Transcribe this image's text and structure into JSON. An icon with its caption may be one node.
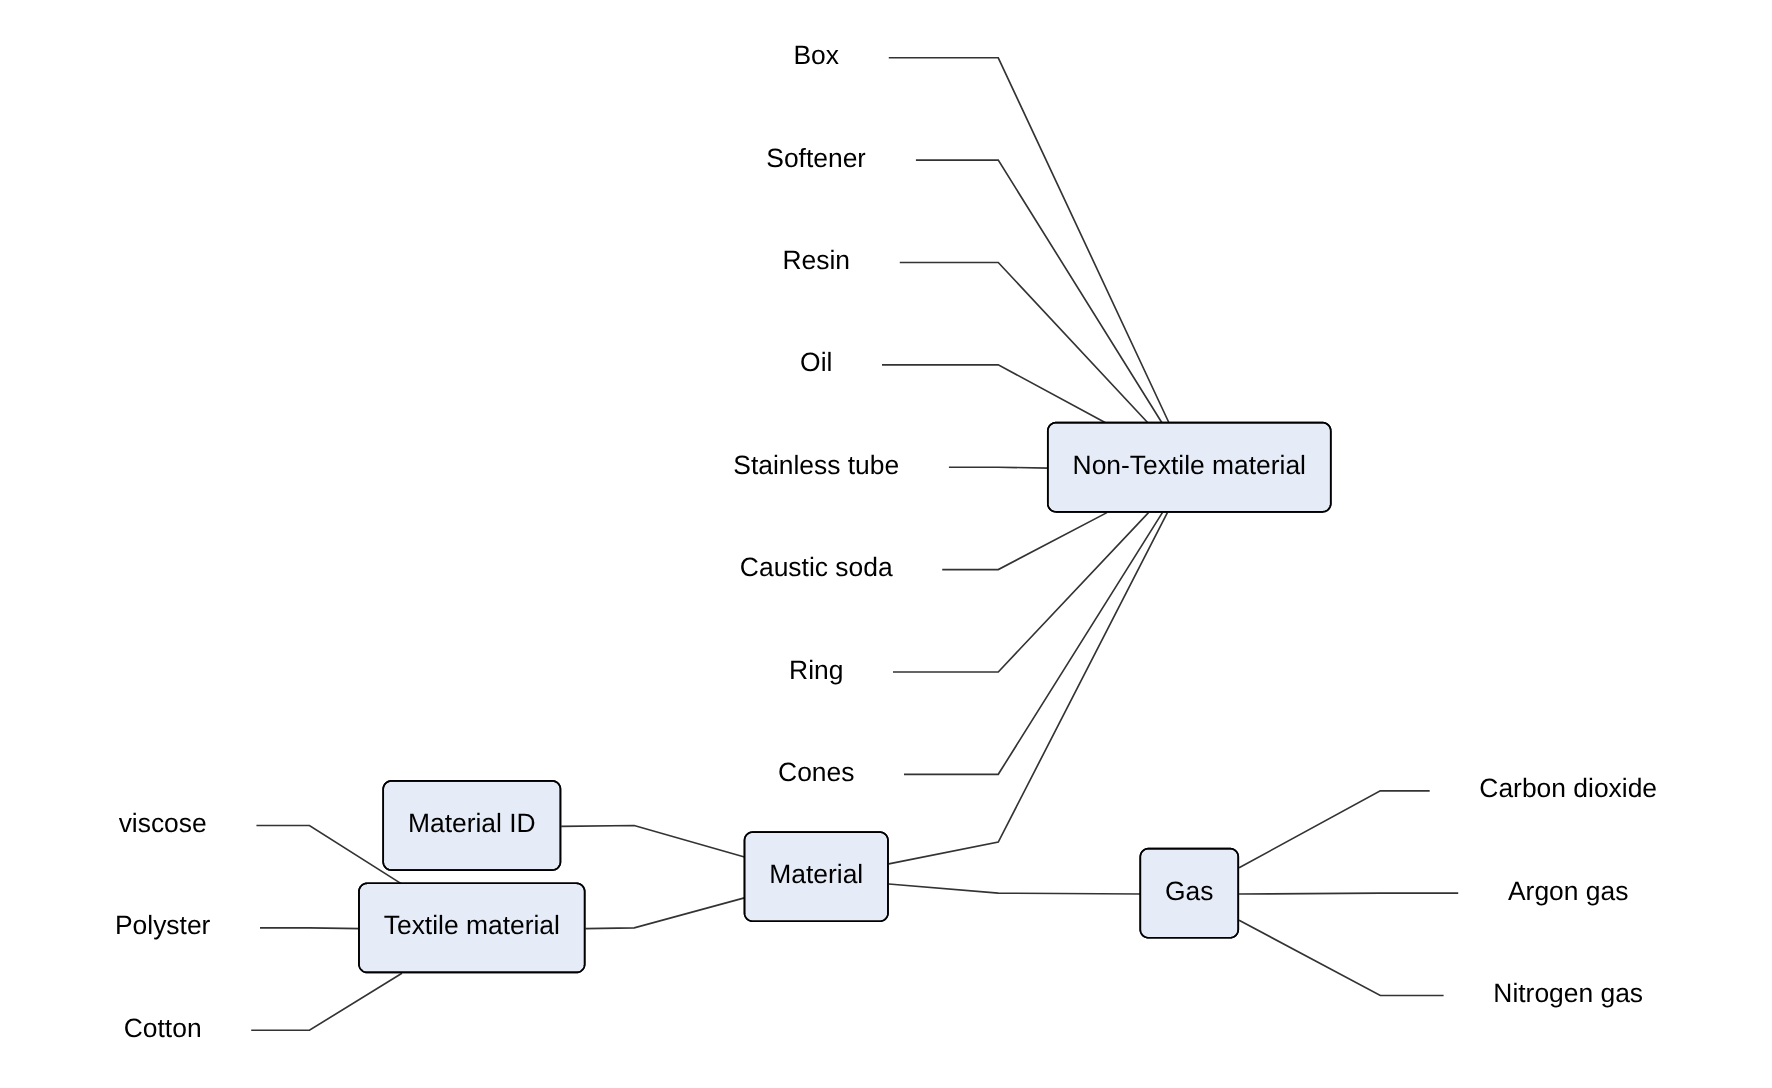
{
  "diagram": {
    "nodes": [
      {
        "text": [
          "Textile material"
        ]
      },
      {
        "text": [
          "Material ID"
        ]
      },
      {
        "text": [
          "Material"
        ]
      },
      {
        "text": [
          "Non-Textile material"
        ]
      },
      {
        "text": [
          "Gas"
        ]
      },
      {
        "text": [
          "Cotton"
        ]
      },
      {
        "text": [
          "Polyster"
        ]
      },
      {
        "text": [
          "viscose"
        ]
      },
      {
        "text": [
          "Cones"
        ]
      },
      {
        "text": [
          "Ring"
        ]
      },
      {
        "text": [
          "Caustic soda"
        ]
      },
      {
        "text": [
          "Stainless tube"
        ]
      },
      {
        "text": [
          "Oil"
        ]
      },
      {
        "text": [
          "Resin"
        ]
      },
      {
        "text": [
          "Softener"
        ]
      },
      {
        "text": [
          "Box"
        ]
      },
      {
        "text": [
          "Carbon dioxide"
        ]
      },
      {
        "text": [
          "Argon gas"
        ]
      },
      {
        "text": [
          "Nitrogen gas"
        ]
      }
    ],
    "edges": [
      {
        "from": 5,
        "to": 0,
        "arrow": "none"
      },
      {
        "from": 6,
        "to": 0,
        "arrow": "none"
      },
      {
        "from": 7,
        "to": 0,
        "arrow": "none"
      },
      {
        "from": 0,
        "to": 2,
        "arrow": "none"
      },
      {
        "from": 1,
        "to": 2,
        "arrow": "none"
      },
      {
        "from": 2,
        "to": 3,
        "arrow": "none"
      },
      {
        "from": 2,
        "to": 4,
        "arrow": "none"
      },
      {
        "from": 8,
        "to": 3,
        "arrow": "none"
      },
      {
        "from": 9,
        "to": 3,
        "arrow": "none"
      },
      {
        "from": 10,
        "to": 3,
        "arrow": "none"
      },
      {
        "from": 11,
        "to": 3,
        "arrow": "none"
      },
      {
        "from": 12,
        "to": 3,
        "arrow": "none"
      },
      {
        "from": 13,
        "to": 3,
        "arrow": "none"
      },
      {
        "from": 14,
        "to": 3,
        "arrow": "none"
      },
      {
        "from": 15,
        "to": 3,
        "arrow": "none"
      },
      {
        "from": 4,
        "to": 16,
        "arrow": "none"
      },
      {
        "from": 4,
        "to": 17,
        "arrow": "none"
      },
      {
        "from": 4,
        "to": 18,
        "arrow": "none"
      }
    ]
  }
}
